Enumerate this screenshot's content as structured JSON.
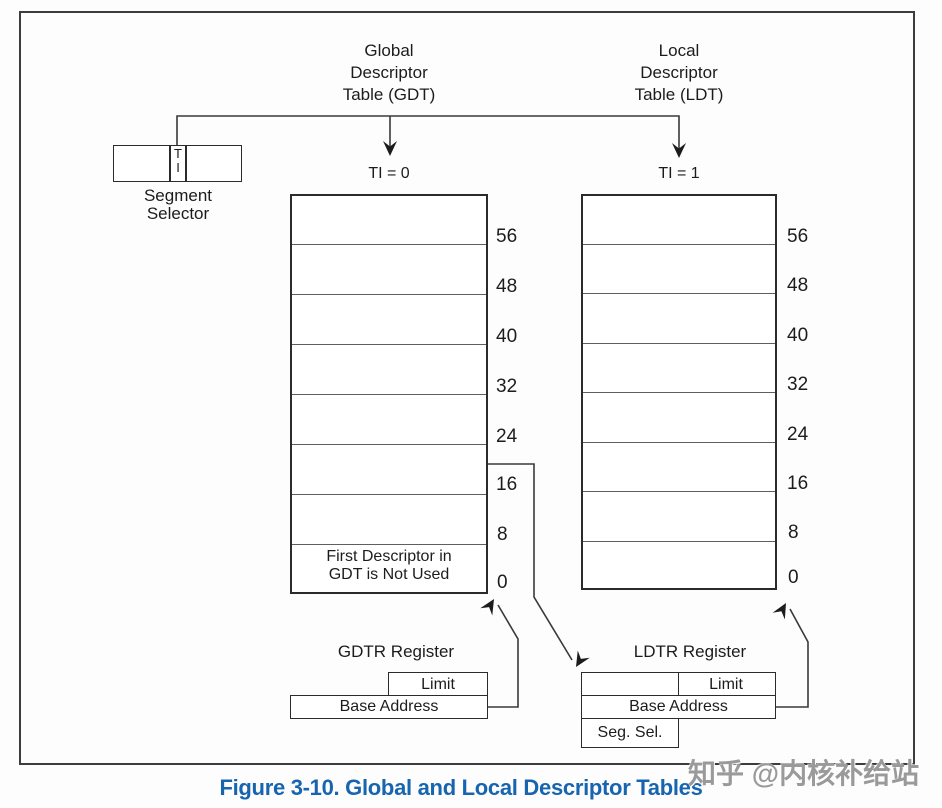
{
  "caption": "Figure 3-10.  Global and Local Descriptor Tables",
  "watermark": "知乎 @内核补给站",
  "segment_selector": {
    "ti_line1": "T",
    "ti_line2": "I",
    "label_line1": "Segment",
    "label_line2": "Selector"
  },
  "gdt": {
    "title_line1": "Global",
    "title_line2": "Descriptor",
    "title_line3": "Table (GDT)",
    "ti": "TI = 0",
    "offsets": [
      "56",
      "48",
      "40",
      "32",
      "24",
      "16",
      "8",
      "0"
    ],
    "note_line1": "First Descriptor in",
    "note_line2": "GDT is Not Used",
    "register_title": "GDTR Register",
    "register_limit": "Limit",
    "register_base": "Base Address"
  },
  "ldt": {
    "title_line1": "Local",
    "title_line2": "Descriptor",
    "title_line3": "Table (LDT)",
    "ti": "TI = 1",
    "offsets": [
      "56",
      "48",
      "40",
      "32",
      "24",
      "16",
      "8",
      "0"
    ],
    "register_title": "LDTR Register",
    "register_limit": "Limit",
    "register_base": "Base Address",
    "register_seg_sel": "Seg. Sel."
  },
  "colors": {
    "caption_blue": "#1765af",
    "watermark_gray": "#9a9a9a",
    "line": "#3a3a3a"
  }
}
